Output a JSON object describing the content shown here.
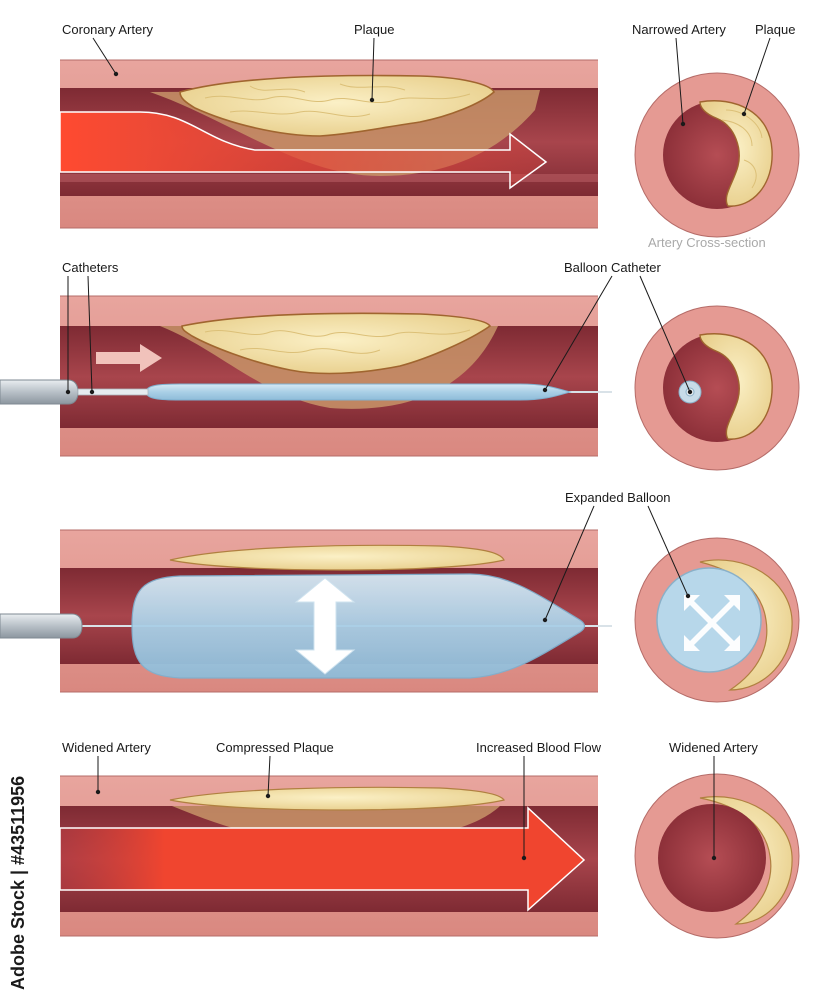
{
  "labels": {
    "coronary_artery": "Coronary Artery",
    "plaque_top": "Plaque",
    "narrowed_artery": "Narrowed Artery",
    "plaque_cross": "Plaque",
    "cross_section": "Artery Cross-section",
    "catheters": "Catheters",
    "balloon_catheter": "Balloon Catheter",
    "expanded_balloon": "Expanded Balloon",
    "widened_artery": "Widened Artery",
    "compressed_plaque": "Compressed Plaque",
    "increased_blood_flow": "Increased Blood Flow",
    "widened_artery_cross": "Widened Artery"
  },
  "watermark": "Adobe Stock | #43511956",
  "colors": {
    "artery_wall": "#e59a93",
    "lumen": "#a5424a",
    "plaque": "#f1dea6",
    "plaque_base": "#c8956a",
    "blood_flow": "#ef3b28",
    "balloon": "#b7d7ea",
    "catheter": "#c7cdd3"
  }
}
